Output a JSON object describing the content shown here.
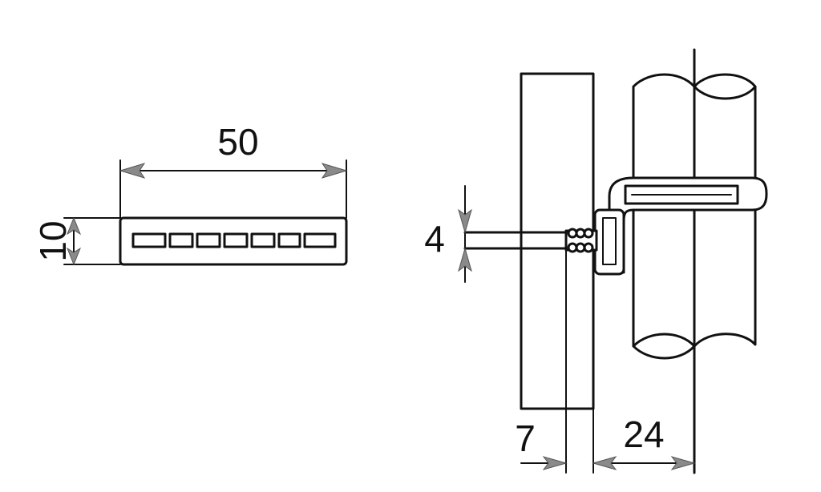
{
  "diagram": {
    "top_view": {
      "length_label": "50",
      "height_label": "10"
    },
    "side_view": {
      "pin_label": "4",
      "offset_label": "7",
      "depth_label": "24"
    }
  },
  "colors": {
    "ink": "#111111",
    "arrow_fill": "#8a8a8a",
    "background": "#ffffff"
  }
}
